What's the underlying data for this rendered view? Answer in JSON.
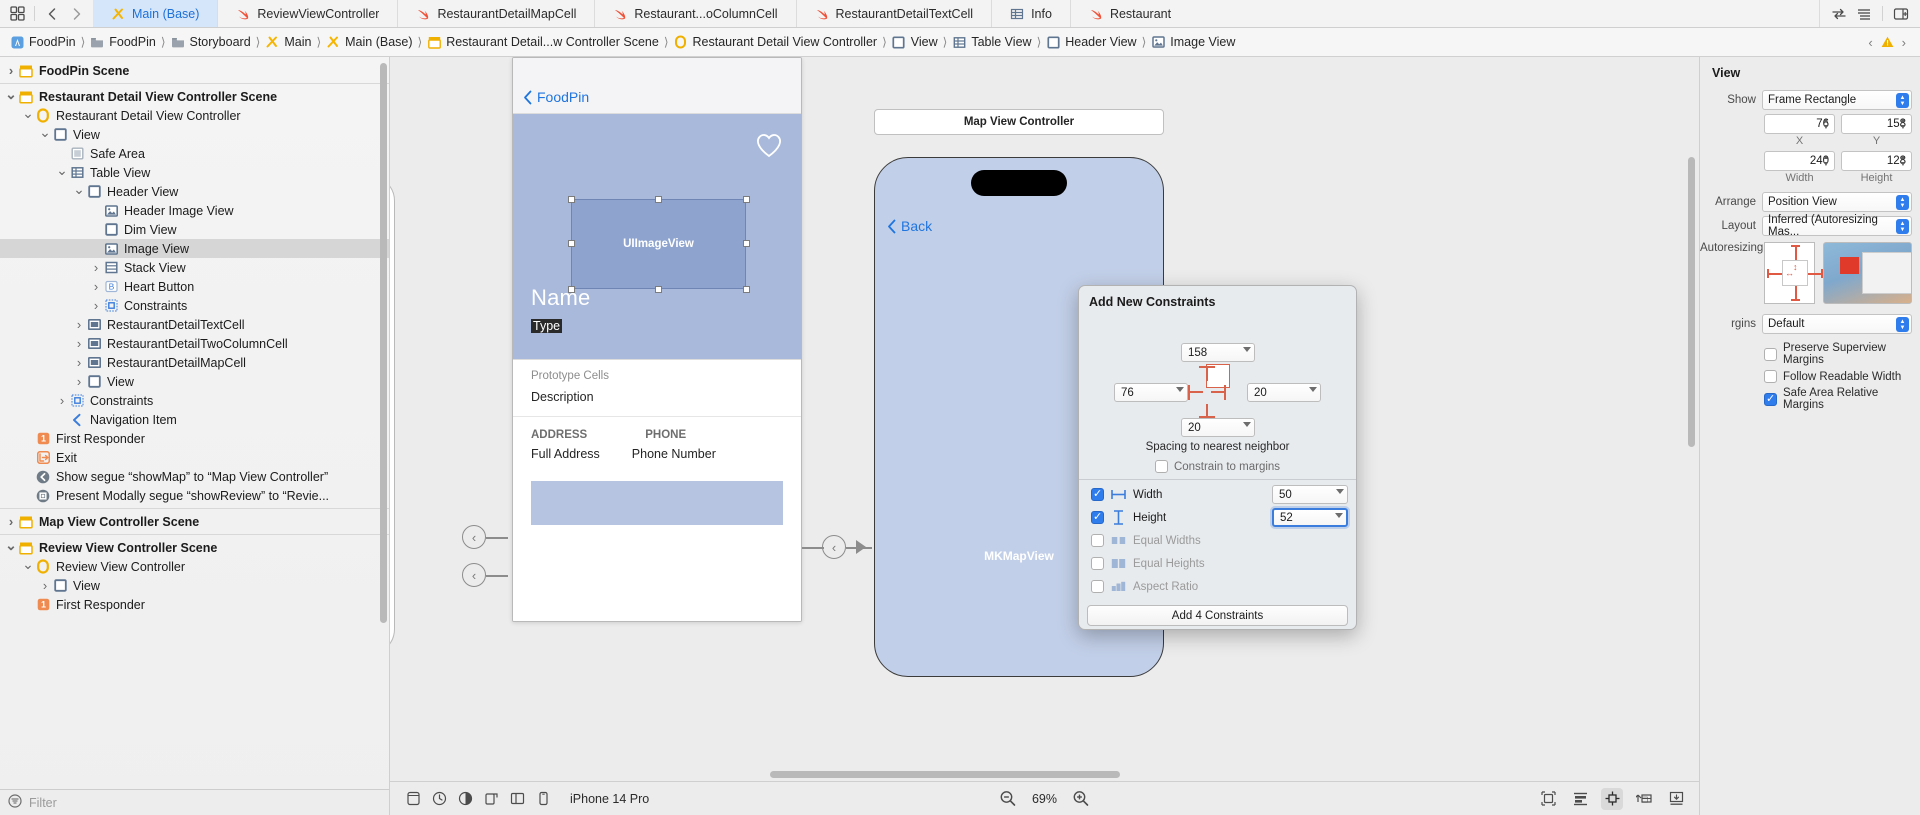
{
  "tabbar": {
    "left_icons": [
      "grid-icon",
      "back-chevron-icon",
      "forward-chevron-icon"
    ],
    "tabs": [
      {
        "label": "Main (Base)",
        "icon": "storyboard-icon",
        "active": true
      },
      {
        "label": "ReviewViewController",
        "icon": "swift-icon",
        "active": false
      },
      {
        "label": "RestaurantDetailMapCell",
        "icon": "swift-icon",
        "active": false
      },
      {
        "label": "Restaurant...oColumnCell",
        "icon": "swift-icon",
        "active": false
      },
      {
        "label": "RestaurantDetailTextCell",
        "icon": "swift-icon",
        "active": false
      },
      {
        "label": "Info",
        "icon": "plist-icon",
        "active": false
      },
      {
        "label": "Restaurant",
        "icon": "swift-icon",
        "active": false
      }
    ],
    "right_icons": [
      "swap-icon",
      "lines-icon",
      "panel-right-icon"
    ]
  },
  "breadcrumb": {
    "items": [
      {
        "label": "FoodPin",
        "icon": "app-icon"
      },
      {
        "label": "FoodPin",
        "icon": "folder-icon"
      },
      {
        "label": "Storyboard",
        "icon": "folder-icon"
      },
      {
        "label": "Main",
        "icon": "storyboard-icon"
      },
      {
        "label": "Main (Base)",
        "icon": "storyboard-icon"
      },
      {
        "label": "Restaurant Detail...w Controller Scene",
        "icon": "scene-icon"
      },
      {
        "label": "Restaurant Detail View Controller",
        "icon": "viewcontroller-icon"
      },
      {
        "label": "View",
        "icon": "view-icon"
      },
      {
        "label": "Table View",
        "icon": "tableview-icon"
      },
      {
        "label": "Header View",
        "icon": "view-icon"
      },
      {
        "label": "Image View",
        "icon": "imageview-icon"
      }
    ],
    "warning_icon": "warning-triangle-icon",
    "nav_back": "‹",
    "nav_forward": "›"
  },
  "navigator": {
    "rows": [
      {
        "label": "FoodPin Scene",
        "icon": "scene-icon",
        "indent": 0,
        "twisty": "collapsed",
        "bold": true,
        "selected": false,
        "sep_after": true
      },
      {
        "label": "Restaurant Detail View Controller Scene",
        "icon": "scene-icon",
        "indent": 0,
        "twisty": "expanded",
        "bold": true,
        "selected": false
      },
      {
        "label": "Restaurant Detail View Controller",
        "icon": "viewcontroller-icon",
        "indent": 1,
        "twisty": "expanded",
        "bold": false,
        "selected": false
      },
      {
        "label": "View",
        "icon": "view-icon",
        "indent": 2,
        "twisty": "expanded",
        "bold": false,
        "selected": false
      },
      {
        "label": "Safe Area",
        "icon": "safearea-icon",
        "indent": 3,
        "twisty": "none",
        "bold": false,
        "selected": false
      },
      {
        "label": "Table View",
        "icon": "tableview-icon",
        "indent": 3,
        "twisty": "expanded",
        "bold": false,
        "selected": false
      },
      {
        "label": "Header View",
        "icon": "view-icon",
        "indent": 4,
        "twisty": "expanded",
        "bold": false,
        "selected": false
      },
      {
        "label": "Header Image View",
        "icon": "imageview-icon",
        "indent": 5,
        "twisty": "none",
        "bold": false,
        "selected": false
      },
      {
        "label": "Dim View",
        "icon": "view-icon",
        "indent": 5,
        "twisty": "none",
        "bold": false,
        "selected": false
      },
      {
        "label": "Image View",
        "icon": "imageview-icon",
        "indent": 5,
        "twisty": "none",
        "bold": false,
        "selected": true
      },
      {
        "label": "Stack View",
        "icon": "stackview-icon",
        "indent": 5,
        "twisty": "collapsed",
        "bold": false,
        "selected": false
      },
      {
        "label": "Heart Button",
        "icon": "button-icon",
        "indent": 5,
        "twisty": "collapsed",
        "bold": false,
        "selected": false
      },
      {
        "label": "Constraints",
        "icon": "constraints-icon",
        "indent": 5,
        "twisty": "collapsed",
        "bold": false,
        "selected": false
      },
      {
        "label": "RestaurantDetailTextCell",
        "icon": "cell-icon",
        "indent": 4,
        "twisty": "collapsed",
        "bold": false,
        "selected": false
      },
      {
        "label": "RestaurantDetailTwoColumnCell",
        "icon": "cell-icon",
        "indent": 4,
        "twisty": "collapsed",
        "bold": false,
        "selected": false
      },
      {
        "label": "RestaurantDetailMapCell",
        "icon": "cell-icon",
        "indent": 4,
        "twisty": "collapsed",
        "bold": false,
        "selected": false
      },
      {
        "label": "View",
        "icon": "view-icon",
        "indent": 4,
        "twisty": "collapsed",
        "bold": false,
        "selected": false
      },
      {
        "label": "Constraints",
        "icon": "constraints-icon",
        "indent": 3,
        "twisty": "collapsed",
        "bold": false,
        "selected": false
      },
      {
        "label": "Navigation Item",
        "icon": "navitem-icon",
        "indent": 3,
        "twisty": "none",
        "bold": false,
        "selected": false
      },
      {
        "label": "First Responder",
        "icon": "firstresponder-icon",
        "indent": 1,
        "twisty": "none",
        "bold": false,
        "selected": false
      },
      {
        "label": "Exit",
        "icon": "exit-icon",
        "indent": 1,
        "twisty": "none",
        "bold": false,
        "selected": false
      },
      {
        "label": "Show segue “showMap” to “Map View Controller”",
        "icon": "segue-show-icon",
        "indent": 1,
        "twisty": "none",
        "bold": false,
        "selected": false
      },
      {
        "label": "Present Modally segue “showReview” to “Revie...",
        "icon": "segue-modal-icon",
        "indent": 1,
        "twisty": "none",
        "bold": false,
        "selected": false,
        "sep_after": true
      },
      {
        "label": "Map View Controller Scene",
        "icon": "scene-icon",
        "indent": 0,
        "twisty": "collapsed",
        "bold": true,
        "selected": false,
        "sep_after": true
      },
      {
        "label": "Review View Controller Scene",
        "icon": "scene-icon",
        "indent": 0,
        "twisty": "expanded",
        "bold": true,
        "selected": false
      },
      {
        "label": "Review View Controller",
        "icon": "viewcontroller-icon",
        "indent": 1,
        "twisty": "expanded",
        "bold": false,
        "selected": false
      },
      {
        "label": "View",
        "icon": "view-icon",
        "indent": 2,
        "twisty": "collapsed",
        "bold": false,
        "selected": false
      },
      {
        "label": "First Responder",
        "icon": "firstresponder-icon",
        "indent": 1,
        "twisty": "none",
        "bold": false,
        "selected": false
      }
    ],
    "filter_placeholder": "Filter",
    "filter_value": "",
    "filter_icon": "filter-icon"
  },
  "canvas": {
    "detail_phone": {
      "back_label": "FoodPin",
      "image_view_label": "UIImageView",
      "name_label": "Name",
      "type_label": "Type",
      "prototype_label": "Prototype Cells",
      "description_label": "Description",
      "address_header": "ADDRESS",
      "phone_header": "PHONE",
      "address_value": "Full Address",
      "phone_value": "Phone Number"
    },
    "map_phone": {
      "title": "Map View Controller",
      "back_label": "Back",
      "map_label": "MKMapView"
    },
    "bottom_bar": {
      "icons": [
        "device-bezels-icon",
        "time-icon",
        "appearance-icon",
        "orientation-icon",
        "split-icon",
        "device-icon"
      ],
      "device": "iPhone 14 Pro",
      "zoom_out_icon": "zoom-out-icon",
      "zoom_value": "69%",
      "zoom_in_icon": "zoom-in-icon",
      "right_icons": [
        "align-update-icon",
        "align-icon",
        "pin-icon",
        "resolve-icon",
        "embed-icon"
      ]
    }
  },
  "inspector": {
    "title": "View",
    "show_label": "Show",
    "show_value": "Frame Rectangle",
    "x_value": "76",
    "y_value": "158",
    "x_caption": "X",
    "y_caption": "Y",
    "width_value": "240",
    "height_value": "128",
    "width_caption": "Width",
    "height_caption": "Height",
    "arrange_label": "Arrange",
    "arrange_value": "Position View",
    "layout_label": "Layout",
    "layout_value": "Inferred (Autoresizing Mas...",
    "autoresizing_label": "Autoresizing",
    "margins_label": "rgins",
    "margins_value": "Default",
    "checkboxes": [
      {
        "label": "Preserve Superview Margins",
        "checked": false
      },
      {
        "label": "Follow Readable Width",
        "checked": false
      },
      {
        "label": "Safe Area Relative Margins",
        "checked": true
      }
    ]
  },
  "constraints_popup": {
    "title": "Add New Constraints",
    "top_value": "158",
    "left_value": "76",
    "right_value": "20",
    "bottom_value": "20",
    "spacing_hint": "Spacing to nearest neighbor",
    "constrain_margins_label": "Constrain to margins",
    "constrain_margins_checked": false,
    "items": [
      {
        "label": "Width",
        "checked": true,
        "enabled": true,
        "value": "50",
        "icon": "width-icon",
        "has_value": true,
        "focused": false
      },
      {
        "label": "Height",
        "checked": true,
        "enabled": true,
        "value": "52",
        "icon": "height-icon",
        "has_value": true,
        "focused": true
      },
      {
        "label": "Equal Widths",
        "checked": false,
        "enabled": false,
        "value": "",
        "icon": "equal-widths-icon",
        "has_value": false,
        "focused": false
      },
      {
        "label": "Equal Heights",
        "checked": false,
        "enabled": false,
        "value": "",
        "icon": "equal-heights-icon",
        "has_value": false,
        "focused": false
      },
      {
        "label": "Aspect Ratio",
        "checked": false,
        "enabled": false,
        "value": "",
        "icon": "aspect-ratio-icon",
        "has_value": false,
        "focused": false
      }
    ],
    "button_label": "Add 4 Constraints"
  },
  "colors": {
    "accent": "#2f7ced",
    "tab_active_bg": "#d5e6fb",
    "constraint_red": "#d9624a",
    "swift_orange": "#f05138",
    "scene_yellow": "#f5b500"
  }
}
